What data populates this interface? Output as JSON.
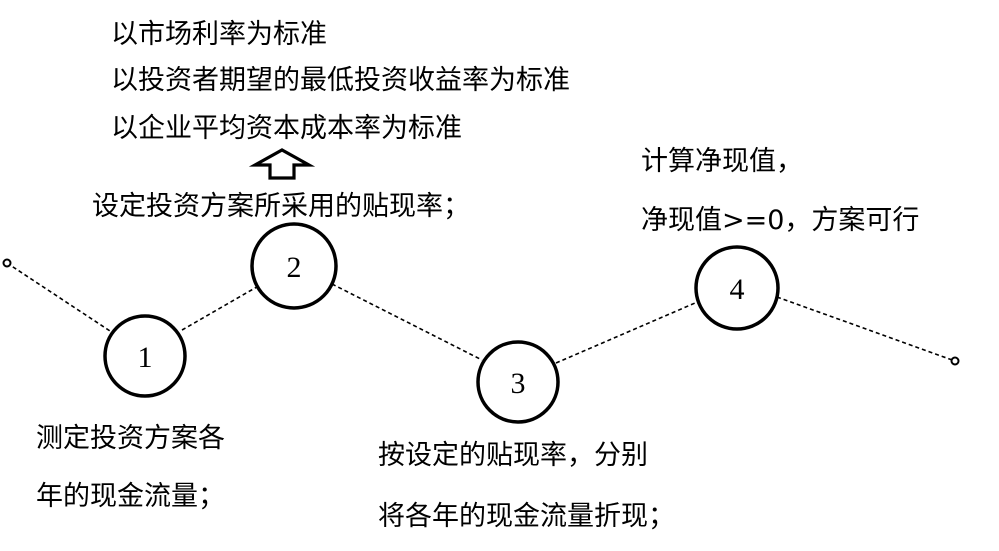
{
  "criteria": [
    "以市场利率为标准",
    "以投资者期望的最低投资收益率为标准",
    "以企业平均资本成本率为标准"
  ],
  "steps": [
    {
      "number": "1",
      "lines": [
        "测定投资方案各",
        "年的现金流量；"
      ]
    },
    {
      "number": "2",
      "lines": [
        "设定投资方案所采用的贴现率；"
      ]
    },
    {
      "number": "3",
      "lines": [
        "按设定的贴现率，分别",
        "将各年的现金流量折现；"
      ]
    },
    {
      "number": "4",
      "lines": [
        "计算净现值，",
        "净现值>=0，方案可行"
      ]
    }
  ]
}
